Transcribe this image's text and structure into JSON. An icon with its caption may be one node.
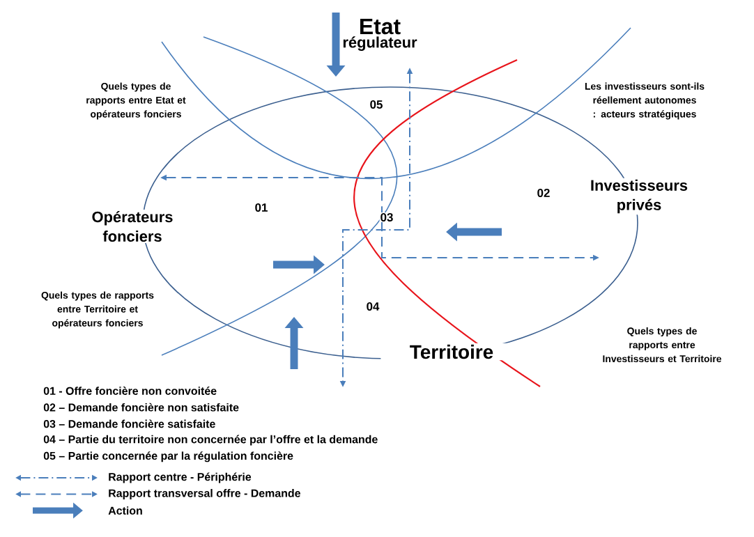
{
  "diagram": {
    "nodes": [
      {
        "text": [
          "Etat",
          "régulateur"
        ]
      },
      {
        "text": [
          "Opérateurs fonciers"
        ]
      },
      {
        "text": [
          "Investisseurs privés"
        ]
      },
      {
        "text": [
          "Territoire"
        ]
      }
    ],
    "labels": [
      "Quels types de rapports entre Etat et opérateurs fonciers",
      "Les investisseurs sont-ils réellement autonomes : acteurs stratégiques",
      "05",
      "01",
      "02",
      "03",
      "Quels types de rapports entre Territoire et opérateurs fonciers",
      "04",
      "Quels types de rapports entre Investisseurs et Territoire",
      "01 - Offre foncière non convoitée",
      "02 – Demande foncière non satisfaite",
      "03 – Demande foncière satisfaite",
      "04 – Partie du territoire non concernée  par l’offre et la demande",
      "05 – Partie concernée par la régulation foncière"
    ],
    "legend": [
      {
        "text": "Rapport centre - Périphérie"
      },
      {
        "text": "Rapport transversal offre - Demande"
      },
      {
        "text": "Action"
      }
    ]
  }
}
